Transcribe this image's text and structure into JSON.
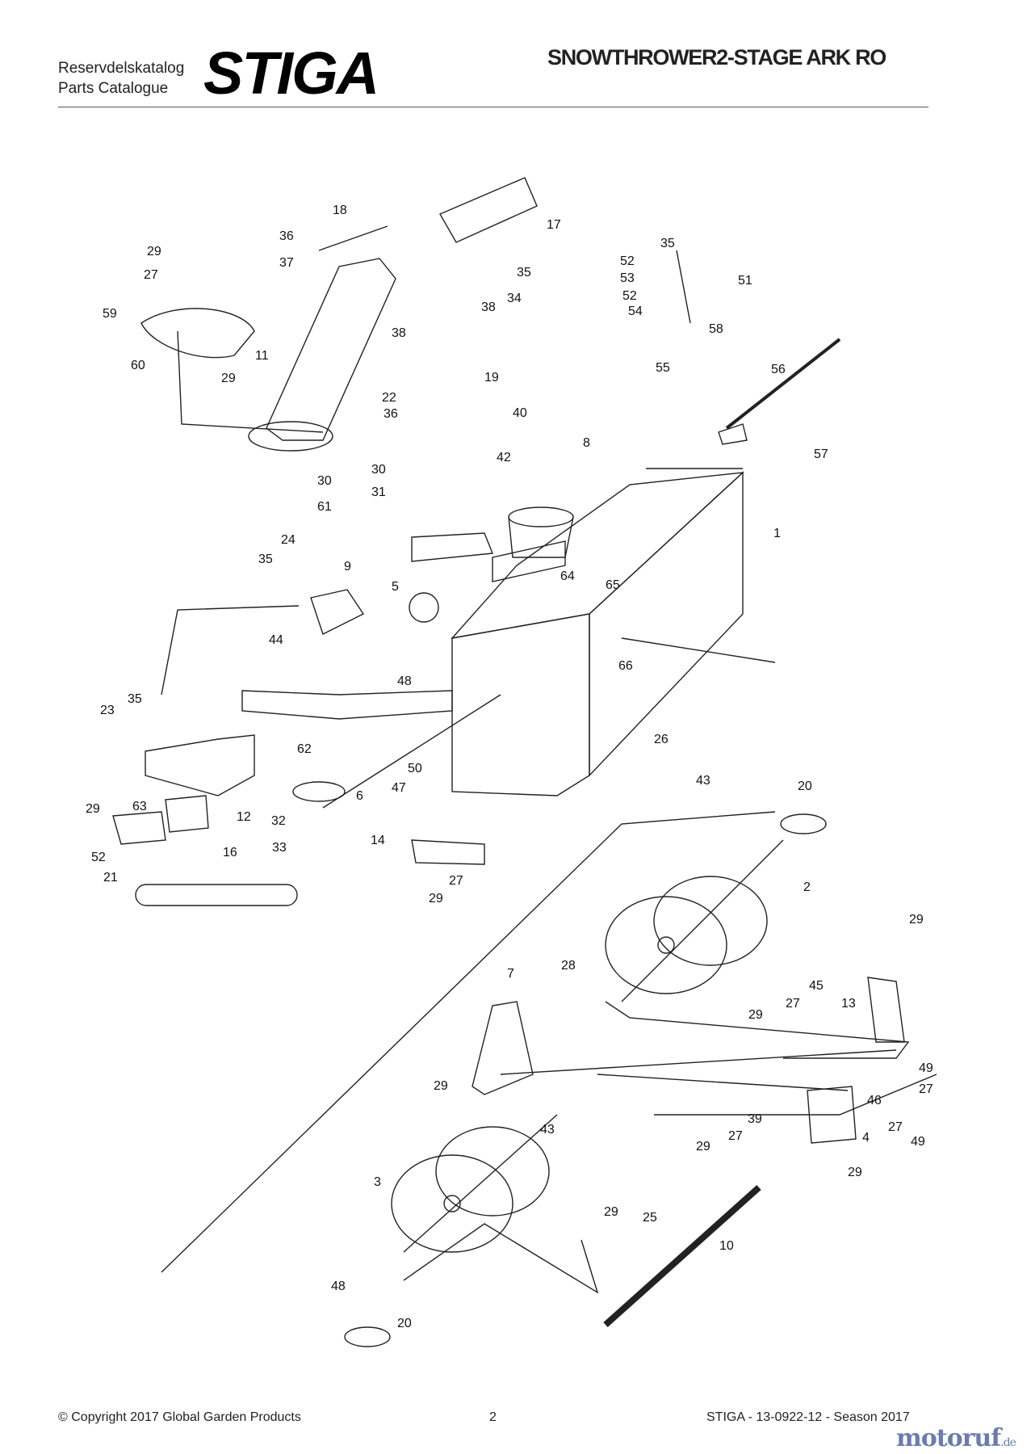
{
  "header": {
    "catalog_sv": "Reservdelskatalog",
    "catalog_en": "Parts Catalogue",
    "brand": "STIGA",
    "title": "SNOWTHROWER2-STAGE ARK RO"
  },
  "footer": {
    "copyright": "© Copyright 2017 Global Garden Products",
    "page": "2",
    "reference": "STIGA - 13-0922-12 - Season 2017"
  },
  "watermark": {
    "name": "motoruf",
    "suffix": ".de"
  },
  "callouts": [
    "1",
    "2",
    "3",
    "4",
    "5",
    "6",
    "7",
    "8",
    "9",
    "10",
    "11",
    "12",
    "13",
    "14",
    "16",
    "17",
    "18",
    "19",
    "20",
    "20",
    "21",
    "22",
    "23",
    "24",
    "25",
    "26",
    "27",
    "27",
    "27",
    "27",
    "27",
    "27",
    "28",
    "29",
    "29",
    "29",
    "29",
    "29",
    "29",
    "29",
    "29",
    "29",
    "29",
    "30",
    "30",
    "31",
    "32",
    "33",
    "34",
    "35",
    "35",
    "35",
    "35",
    "36",
    "36",
    "37",
    "38",
    "38",
    "39",
    "40",
    "42",
    "43",
    "43",
    "44",
    "45",
    "46",
    "47",
    "48",
    "48",
    "49",
    "49",
    "50",
    "51",
    "52",
    "52",
    "52",
    "53",
    "54",
    "55",
    "56",
    "57",
    "58",
    "59",
    "60",
    "61",
    "62",
    "63",
    "64",
    "65",
    "66"
  ],
  "colors": {
    "line": "#222222",
    "watermark": "#6b7bb0"
  }
}
